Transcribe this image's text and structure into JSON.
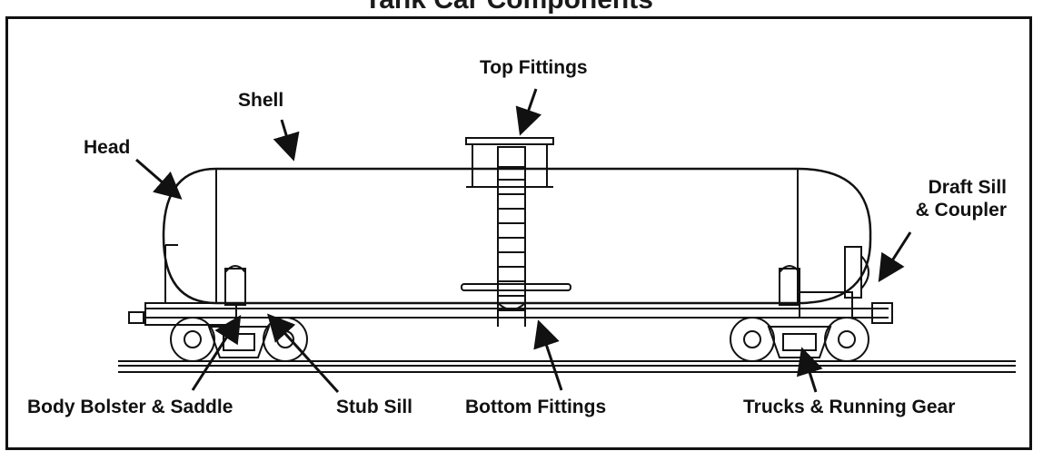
{
  "title_fragment": "Tank Car Components",
  "labels": {
    "top_fittings": "Top Fittings",
    "shell": "Shell",
    "head": "Head",
    "draft_sill_line1": "Draft Sill",
    "draft_sill_line2": "& Coupler",
    "body_bolster": "Body Bolster & Saddle",
    "stub_sill": "Stub Sill",
    "bottom_fittings": "Bottom Fittings",
    "trucks": "Trucks & Running Gear"
  },
  "colors": {
    "ink": "#111111",
    "background": "#ffffff"
  }
}
